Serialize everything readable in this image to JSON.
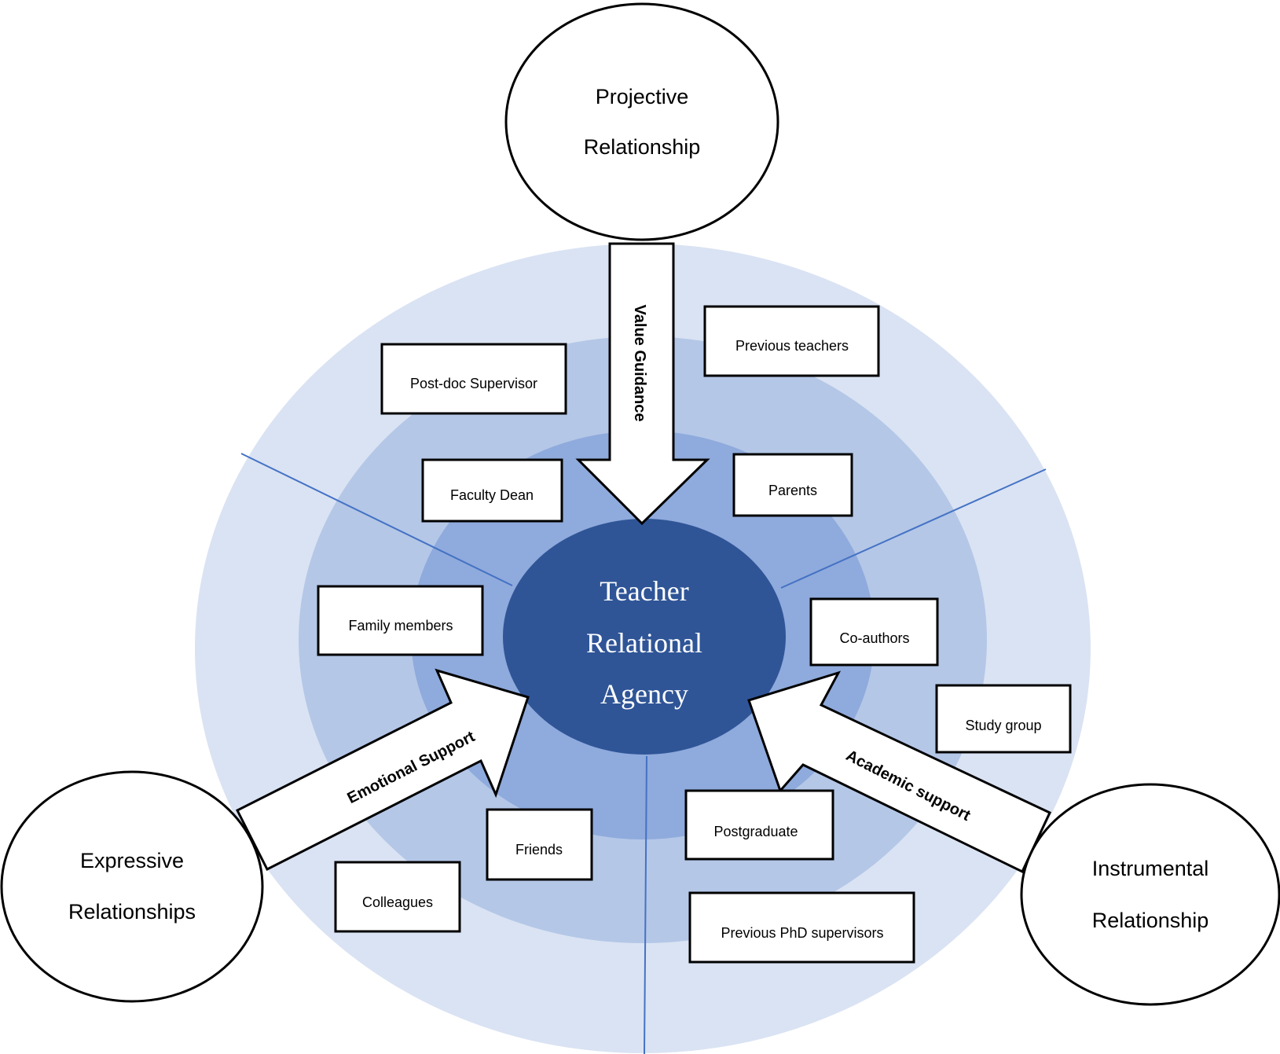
{
  "center": {
    "line1": "Teacher",
    "line2": "Relational",
    "line3": "Agency"
  },
  "relationships": {
    "projective": {
      "line1": "Projective",
      "line2": "Relationship"
    },
    "expressive": {
      "line1": "Expressive",
      "line2": "Relationships"
    },
    "instrumental": {
      "line1": "Instrumental",
      "line2": "Relationship"
    }
  },
  "arrows": {
    "value_guidance": "Value Guidance",
    "emotional_support": "Emotional Support",
    "academic_support": "Academic support"
  },
  "boxes": {
    "previous_teachers": "Previous teachers",
    "postdoc_supervisor": "Post-doc Supervisor",
    "faculty_dean": "Faculty Dean",
    "parents": "Parents",
    "family_members": "Family members",
    "co_authors": "Co-authors",
    "study_group": "Study group",
    "friends": "Friends",
    "colleagues": "Colleagues",
    "postgraduate": "Postgraduate",
    "previous_phd_supervisors": "Previous PhD supervisors"
  },
  "colors": {
    "ring_outer": "#dae3f3",
    "ring_middle": "#b4c7e7",
    "ring_inner": "#8faadc",
    "core": "#2f5597",
    "divider": "#4472c4",
    "outline": "#000000",
    "fill_white": "#ffffff",
    "core_text": "#ffffff"
  }
}
